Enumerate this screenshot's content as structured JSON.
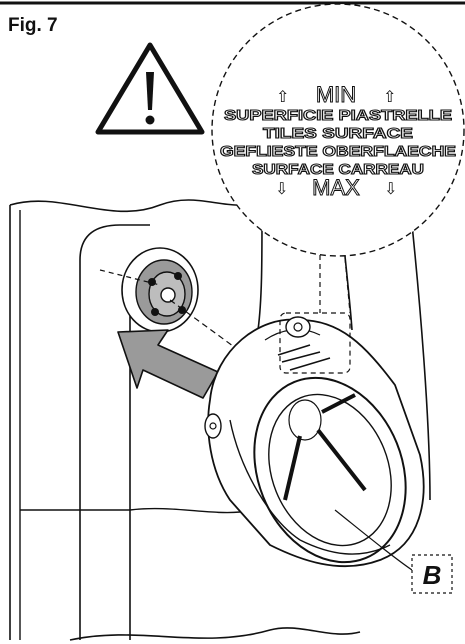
{
  "figure": {
    "label": "Fig. 7",
    "zoom_label": {
      "up_arrow": "⇧",
      "down_arrow": "⇩",
      "min": "MIN",
      "lines": [
        "SUPERFICIE  PIASTRELLE",
        "TILES  SURFACE",
        "GEFLIESTE  OBERFLAECHE",
        "SURFACE  CARREAU"
      ],
      "max": "MAX"
    },
    "callout": "B",
    "warning_icon": "warning-triangle-icon"
  }
}
